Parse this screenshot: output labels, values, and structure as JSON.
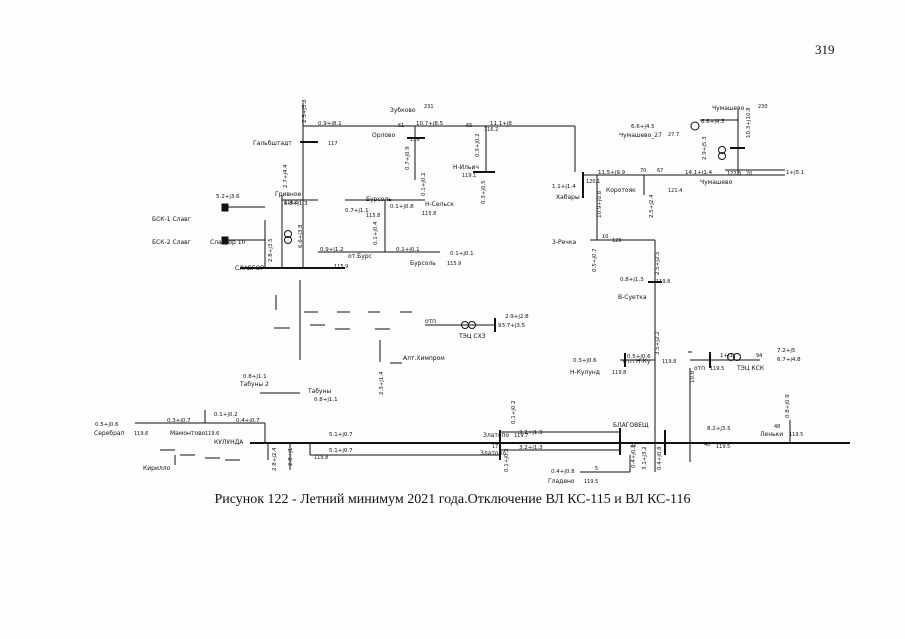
{
  "page_number": "319",
  "caption": "Рисунок 122 - Летний минимум 2021 года.Отключение ВЛ КС-115 и ВЛ КС-116",
  "labels": [
    {
      "text": "Зубково"
    },
    {
      "text": "231"
    },
    {
      "text": "Гальбштадт"
    },
    {
      "text": "117"
    },
    {
      "text": "Орлово"
    },
    {
      "text": "118"
    },
    {
      "text": "61"
    },
    {
      "text": "65"
    },
    {
      "text": "116.2"
    },
    {
      "text": "Н-Ильич"
    },
    {
      "text": "119.1"
    },
    {
      "text": "Гривное"
    },
    {
      "text": "116.6"
    },
    {
      "text": "Бурсоль"
    },
    {
      "text": "115.8"
    },
    {
      "text": "Н-Сельск"
    },
    {
      "text": "115.8"
    },
    {
      "text": "БСК-1 Славг"
    },
    {
      "text": "БСК-2 Славг"
    },
    {
      "text": "Славгор 10"
    },
    {
      "text": "СЛАВГОР"
    },
    {
      "text": "от.Бурс"
    },
    {
      "text": "115.9"
    },
    {
      "text": "Бурсоль"
    },
    {
      "text": "115.9"
    },
    {
      "text": "Хабары"
    },
    {
      "text": "120.1"
    },
    {
      "text": "Коротояк"
    },
    {
      "text": "121.4"
    },
    {
      "text": "70"
    },
    {
      "text": "67"
    },
    {
      "text": "3-Речка"
    },
    {
      "text": "10"
    },
    {
      "text": "120"
    },
    {
      "text": "В-Суетка"
    },
    {
      "text": "119.8"
    },
    {
      "text": "Чумашево"
    },
    {
      "text": "230"
    },
    {
      "text": "Чумашево_27"
    },
    {
      "text": "27.7"
    },
    {
      "text": "Чумашево"
    },
    {
      "text": "122.3"
    },
    {
      "text": "20"
    },
    {
      "text": "отп"
    },
    {
      "text": "ТЭЦ СХЗ"
    },
    {
      "text": "Алт.Химпром"
    },
    {
      "text": "Табуны 2"
    },
    {
      "text": "Табуны"
    },
    {
      "text": "Н-Кулунд"
    },
    {
      "text": "119.8"
    },
    {
      "text": "отп Н-Ку"
    },
    {
      "text": "119.8"
    },
    {
      "text": "отп"
    },
    {
      "text": "119.5"
    },
    {
      "text": "ТЭЦ КСК"
    },
    {
      "text": "94"
    },
    {
      "text": "Серебрап"
    },
    {
      "text": "119.6"
    },
    {
      "text": "Мамонтово"
    },
    {
      "text": "119.6"
    },
    {
      "text": "КУЛУНДА"
    },
    {
      "text": "Кирилло"
    },
    {
      "text": "119.8"
    },
    {
      "text": "Златопо"
    },
    {
      "text": "119.7"
    },
    {
      "text": "Златопо"
    },
    {
      "text": "17"
    },
    {
      "text": "БЛАГОВЕЩ"
    },
    {
      "text": "22"
    },
    {
      "text": "Гладено"
    },
    {
      "text": "119.5"
    },
    {
      "text": "5"
    },
    {
      "text": "46"
    },
    {
      "text": "119.5"
    },
    {
      "text": "Леньки"
    },
    {
      "text": "119.5"
    },
    {
      "text": "48"
    }
  ],
  "flows": [
    {
      "text": "2.3+j3.8"
    },
    {
      "text": "0.9+j8.1"
    },
    {
      "text": "10.7+j8.5"
    },
    {
      "text": "11.1+j8"
    },
    {
      "text": "0.7+j0.9"
    },
    {
      "text": "0.3+j0.2"
    },
    {
      "text": "0.3+j0.5"
    },
    {
      "text": "0.1+j0.2"
    },
    {
      "text": "2.7+j4.4"
    },
    {
      "text": "5.2+j3.6"
    },
    {
      "text": "0.8+j1.3"
    },
    {
      "text": "0.7+j1.1"
    },
    {
      "text": "0.1+j0.8"
    },
    {
      "text": "0.1+j0.4"
    },
    {
      "text": "6.6+j3.8"
    },
    {
      "text": "0.9+j1.2"
    },
    {
      "text": "0.1+j0.1"
    },
    {
      "text": "0.1+j0.1"
    },
    {
      "text": "2.8+j3.5"
    },
    {
      "text": "1.1+j1.4"
    },
    {
      "text": "11.5+j9.9"
    },
    {
      "text": "14.1+j1.4"
    },
    {
      "text": "1+j5.1"
    },
    {
      "text": "2.5+j2.4"
    },
    {
      "text": "10.9+j0.8"
    },
    {
      "text": "0.5+j0.7"
    },
    {
      "text": "2.5+j2.5"
    },
    {
      "text": "0.8+j1.3"
    },
    {
      "text": "6.6+j4.5"
    },
    {
      "text": "6.6+j4.5"
    },
    {
      "text": "2.9+j5.3"
    },
    {
      "text": "10.3+j10.8"
    },
    {
      "text": "2.9+j2.8"
    },
    {
      "text": "93.7+j3.5"
    },
    {
      "text": "0.8+j1.1"
    },
    {
      "text": "0.8+j1.1"
    },
    {
      "text": "2.3+j1.4"
    },
    {
      "text": "0.3+j0.6"
    },
    {
      "text": "0.5+j0.6"
    },
    {
      "text": "3.5+j2.2"
    },
    {
      "text": "1+j1"
    },
    {
      "text": "7.2+j5"
    },
    {
      "text": "6.7+j4.8"
    },
    {
      "text": "10.8"
    },
    {
      "text": "0.5+j0.6"
    },
    {
      "text": "0.3+j0.7"
    },
    {
      "text": "0.1+j0.2"
    },
    {
      "text": "0.4+j0.7"
    },
    {
      "text": "2.8+j1"
    },
    {
      "text": "2.8+j2.4"
    },
    {
      "text": "5.1+j0.7"
    },
    {
      "text": "5.1+j0.7"
    },
    {
      "text": "0.1+j0.2"
    },
    {
      "text": "3.2+j1.3"
    },
    {
      "text": "3.2+j1.3"
    },
    {
      "text": "0.1+j0.2"
    },
    {
      "text": "0.4+j0.8"
    },
    {
      "text": "0.4+j0.8"
    },
    {
      "text": "3.1+j3.2"
    },
    {
      "text": "0.4+j0.8"
    },
    {
      "text": "8.2+j3.5"
    },
    {
      "text": "0.8+j0.9"
    }
  ]
}
